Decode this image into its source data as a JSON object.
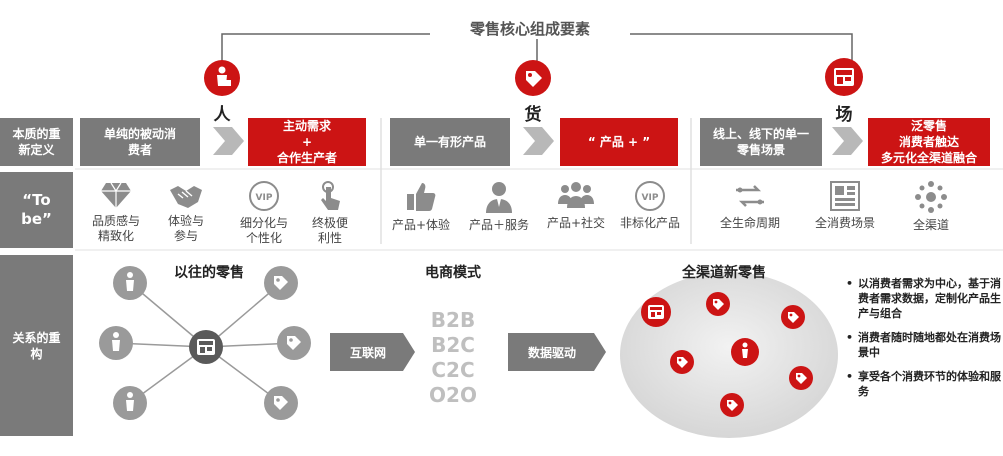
{
  "title": "零售核心组成要素",
  "pillars": [
    "人",
    "货",
    "场"
  ],
  "rows": {
    "definition_label": "本质的重新定义",
    "tobe_label": "“To be”",
    "relation_label": "关系的重构"
  },
  "definition": [
    {
      "from": "单纯的被动消费者",
      "to": "主动需求\n+\n合作生产者"
    },
    {
      "from": "单一有形产品",
      "to": "“ 产品 + ”"
    },
    {
      "from": "线上、线下的单一零售场景",
      "to": "泛零售\n消费者触达\n多元化全渠道融合"
    }
  ],
  "tobe": [
    {
      "label": "品质感与精致化",
      "icon": "diamond-icon"
    },
    {
      "label": "体验与参与",
      "icon": "handshake-icon"
    },
    {
      "label": "细分化与个性化",
      "icon": "vip-icon"
    },
    {
      "label": "终极便利性",
      "icon": "touch-icon"
    },
    {
      "label": "产品+体验",
      "icon": "thumbs-up-icon"
    },
    {
      "label": "产品＋服务",
      "icon": "service-person-icon"
    },
    {
      "label": "产品+社交",
      "icon": "group-icon"
    },
    {
      "label": "非标化产品",
      "icon": "vip-icon"
    },
    {
      "label": "全生命周期",
      "icon": "lifecycle-icon"
    },
    {
      "label": "全消费场景",
      "icon": "scenes-icon"
    },
    {
      "label": "全渠道",
      "icon": "network-icon"
    }
  ],
  "relation": {
    "traditional_title": "以往的零售",
    "ecommerce_title": "电商模式",
    "omni_title": "全渠道新零售",
    "arrow1": "互联网",
    "arrow2": "数据驱动",
    "models": [
      "B2B",
      "B2C",
      "C2C",
      "O2O"
    ],
    "bullets": [
      "以消费者需求为中心，基于消费者需求数据，定制化产品生产与组合",
      "消费者随时随地都处在消费场景中",
      "享受各个消费环节的体验和服务"
    ]
  },
  "colors": {
    "red": "#cc1414",
    "grey": "#7a7a7a",
    "light_grey": "#c8c8c8"
  }
}
